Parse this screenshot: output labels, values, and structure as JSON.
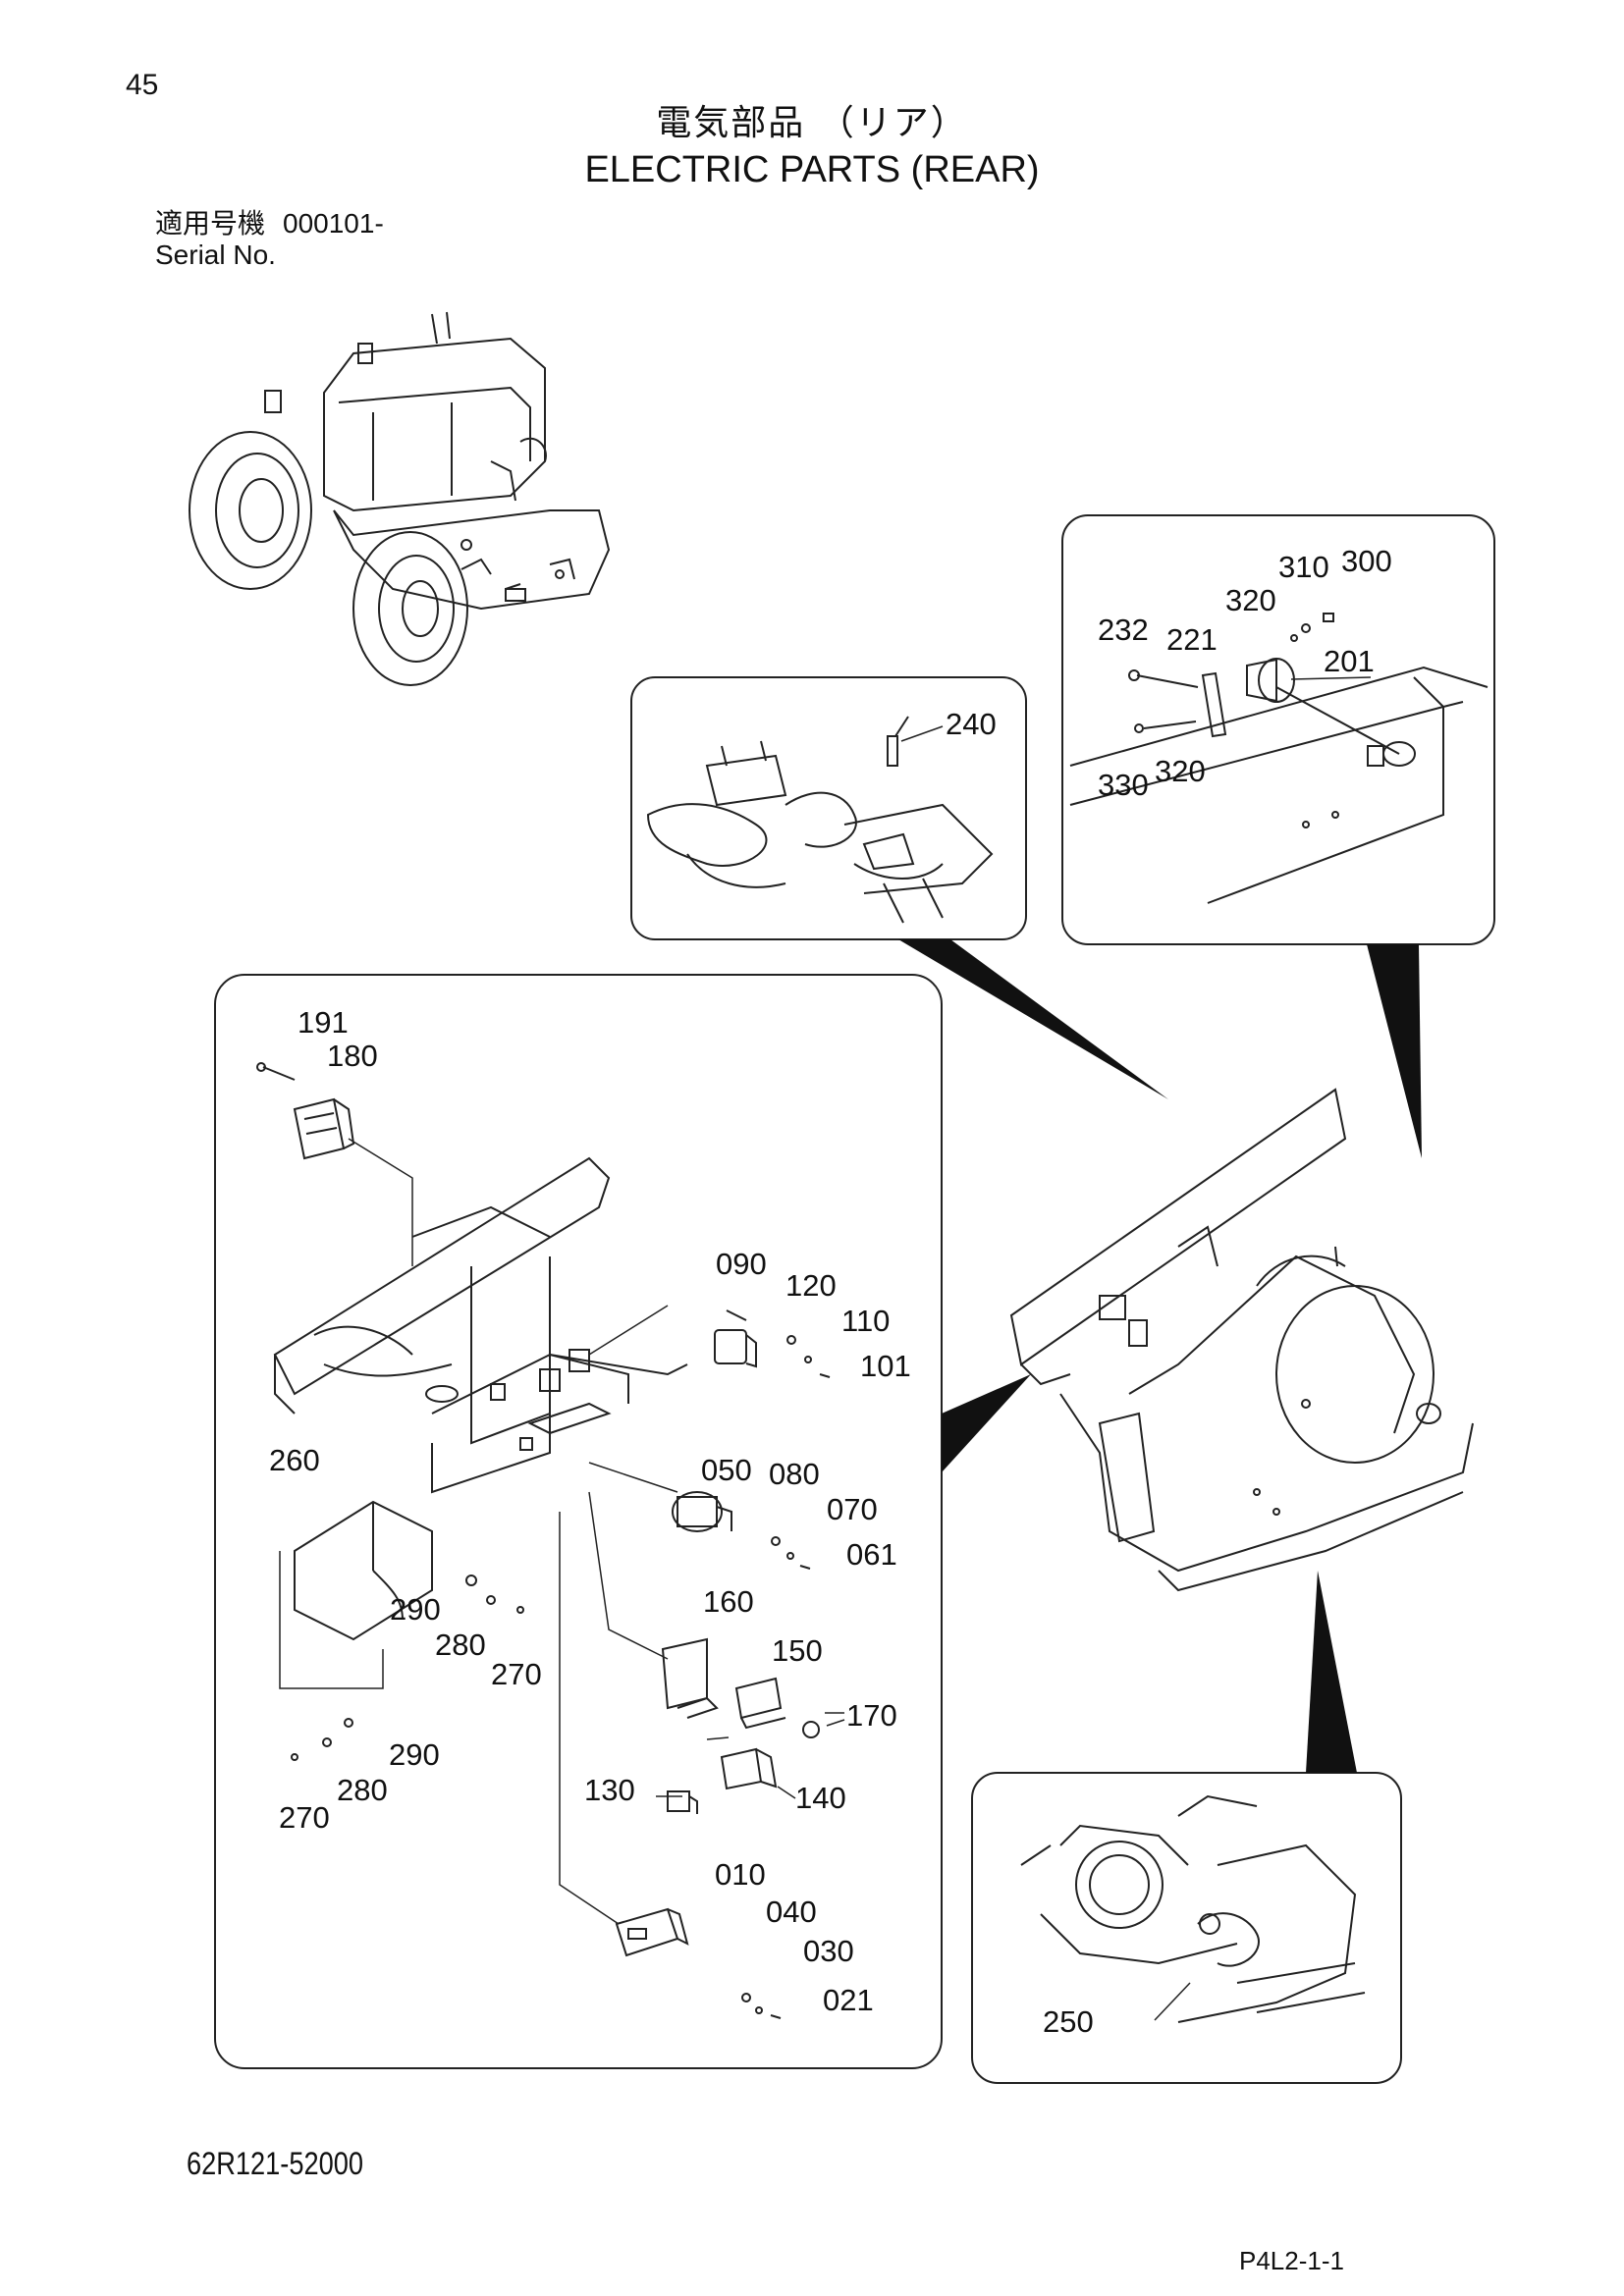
{
  "page_number": "45",
  "title_jp": "電気部品 （リア）",
  "title_en": "ELECTRIC PARTS (REAR)",
  "serial": {
    "label_jp": "適用号機",
    "value": "000101-",
    "label_en": "Serial No."
  },
  "document_number": "62R121-52000",
  "page_code": "P4L2-1-1",
  "callouts": {
    "main_panel": [
      "191",
      "180",
      "090",
      "120",
      "110",
      "101",
      "050",
      "080",
      "070",
      "061",
      "260",
      "290",
      "280",
      "270",
      "160",
      "150",
      "170",
      "290",
      "280",
      "270",
      "130",
      "140",
      "010",
      "040",
      "030",
      "021"
    ],
    "top_right_panel": [
      "310",
      "300",
      "320",
      "232",
      "221",
      "201",
      "330",
      "320"
    ],
    "middle_panel": [
      "240"
    ],
    "bottom_right_panel": [
      "250"
    ]
  }
}
